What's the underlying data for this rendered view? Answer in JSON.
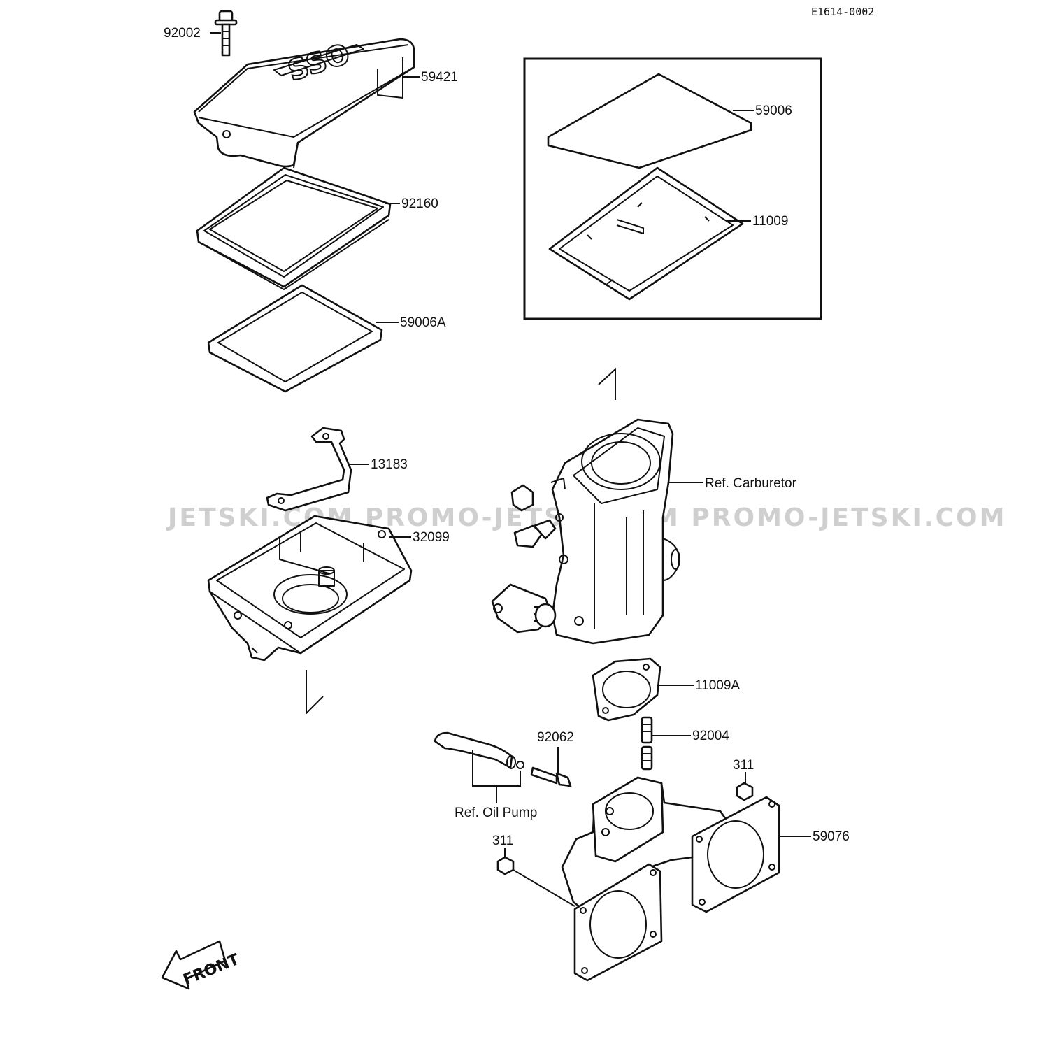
{
  "diagram_code": "E1614-0002",
  "watermark": "JETSKI.COM   PROMO-JETSKI.COM   PROMO-JETSKI.COM",
  "direction_label": "FRONT",
  "cover_logo_text": "SSO",
  "parts": {
    "p92002": "92002",
    "p59421": "59421",
    "p92160": "92160",
    "p59006A": "59006A",
    "p59006": "59006",
    "p11009": "11009",
    "p13183": "13183",
    "p32099": "32099",
    "ref_carburetor": "Ref. Carburetor",
    "p11009A": "11009A",
    "p92062": "92062",
    "p92004": "92004",
    "p311_right": "311",
    "p311_left": "311",
    "ref_oil_pump": "Ref. Oil Pump",
    "p59076": "59076"
  }
}
